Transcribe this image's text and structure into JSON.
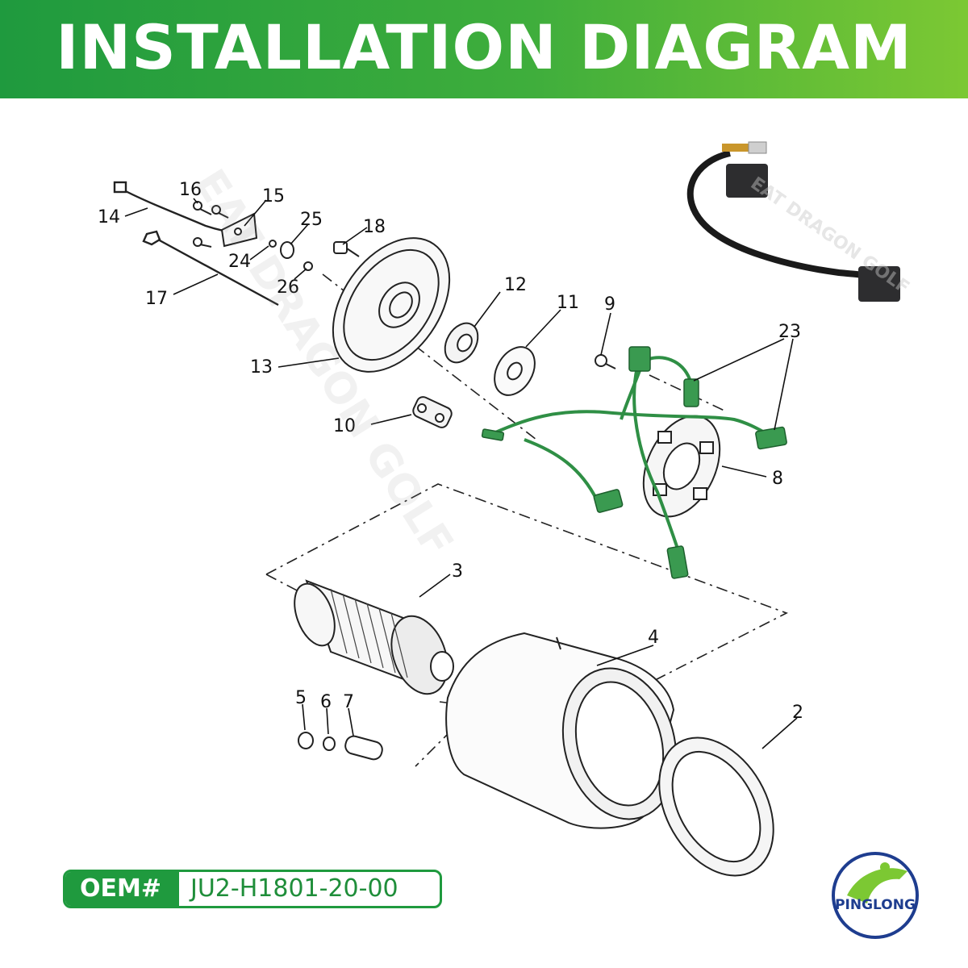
{
  "header": {
    "title": "INSTALLATION DIAGRAM"
  },
  "oem": {
    "label": "OEM#",
    "value": "JU2-H1801-20-00"
  },
  "brand": {
    "name": "PINGLONG",
    "colors": {
      "primary": "#1f9a3e",
      "accent": "#7cc833",
      "logo_blue": "#1e3d8f"
    }
  },
  "watermark": {
    "text": "EAT DRAGON GOLF"
  },
  "callouts": {
    "c2": "2",
    "c3": "3",
    "c4": "4",
    "c5": "5",
    "c6": "6",
    "c7": "7",
    "c8": "8",
    "c9": "9",
    "c10": "10",
    "c11": "11",
    "c12": "12",
    "c13": "13",
    "c14": "14",
    "c15": "15",
    "c16": "16",
    "c17": "17",
    "c18": "18",
    "c23": "23",
    "c24": "24",
    "c25": "25",
    "c26": "26"
  }
}
